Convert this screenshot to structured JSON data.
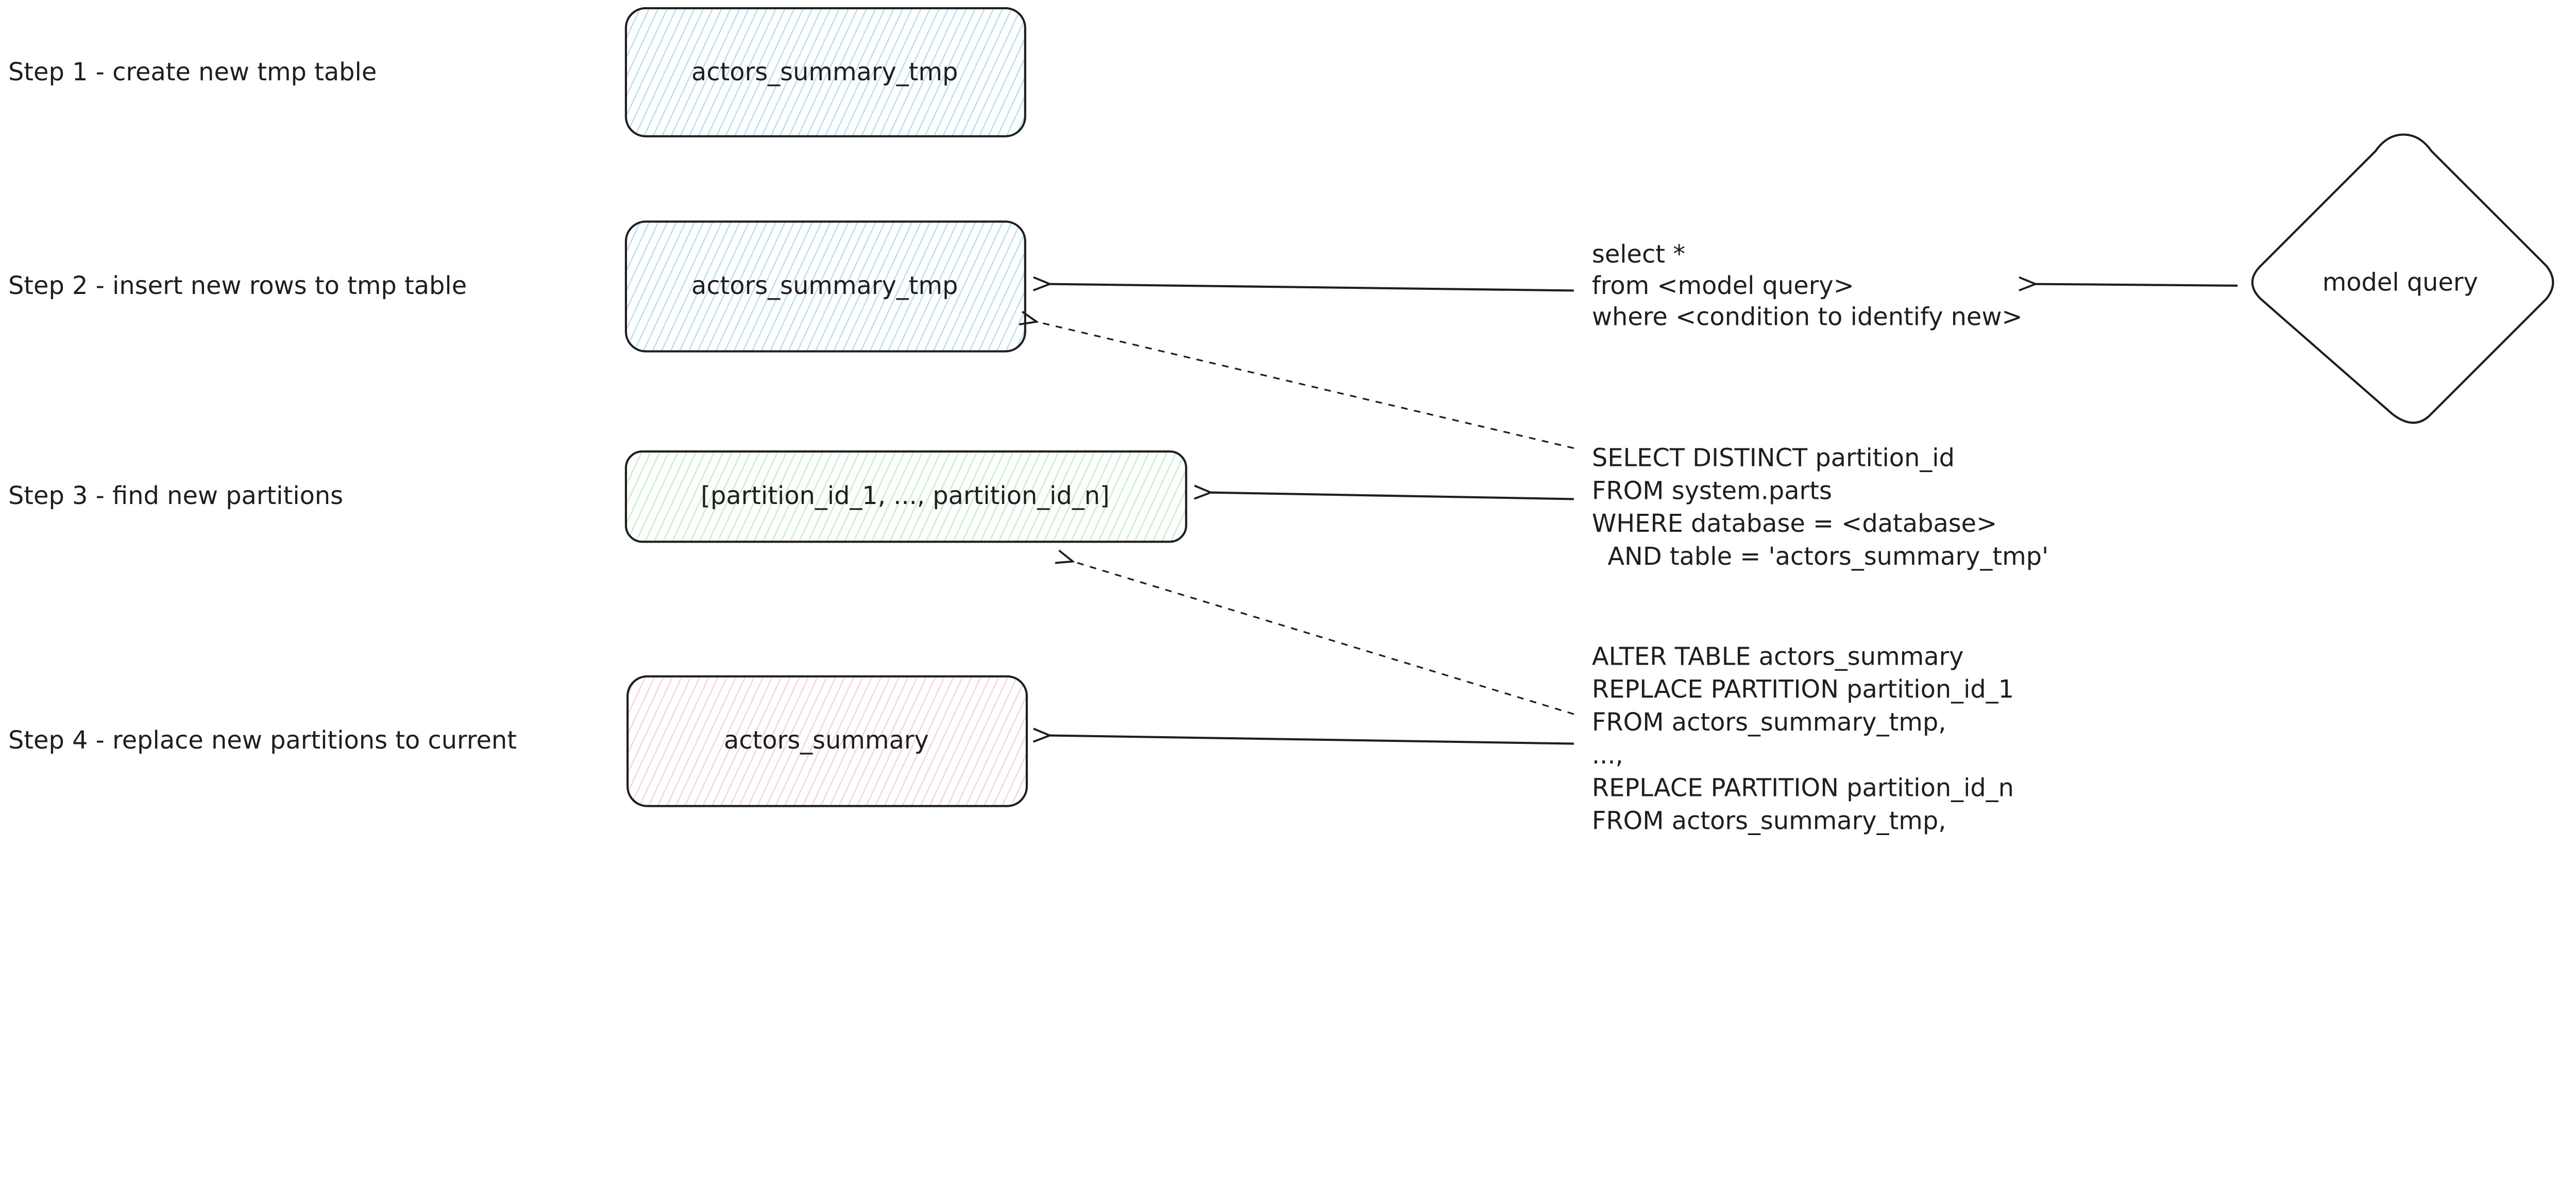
{
  "steps": [
    {
      "label": "Step 1 - create new tmp table",
      "box": "actors_summary_tmp",
      "box_color": "#a5d8ff"
    },
    {
      "label": "Step 2 - insert new rows to tmp table",
      "box": "actors_summary_tmp",
      "box_color": "#a5d8ff"
    },
    {
      "label": "Step 3 - find new partitions",
      "box": "[partition_id_1, ..., partition_id_n]",
      "box_color": "#b2f2bb"
    },
    {
      "label": "Step 4 - replace new partitions to current",
      "box": "actors_summary",
      "box_color": "#ffc9c9"
    }
  ],
  "model_query": "model query",
  "code": {
    "insert": [
      "select *",
      "from <model query>",
      "where <condition to identify new>"
    ],
    "partitions": [
      "SELECT DISTINCT partition_id",
      "FROM system.parts",
      "WHERE database = <database>",
      "  AND table = 'actors_summary_tmp'"
    ],
    "replace": [
      "ALTER TABLE actors_summary",
      "REPLACE PARTITION partition_id_1",
      "FROM actors_summary_tmp,",
      "...,",
      "REPLACE PARTITION partition_id_n",
      "FROM actors_summary_tmp,"
    ]
  }
}
